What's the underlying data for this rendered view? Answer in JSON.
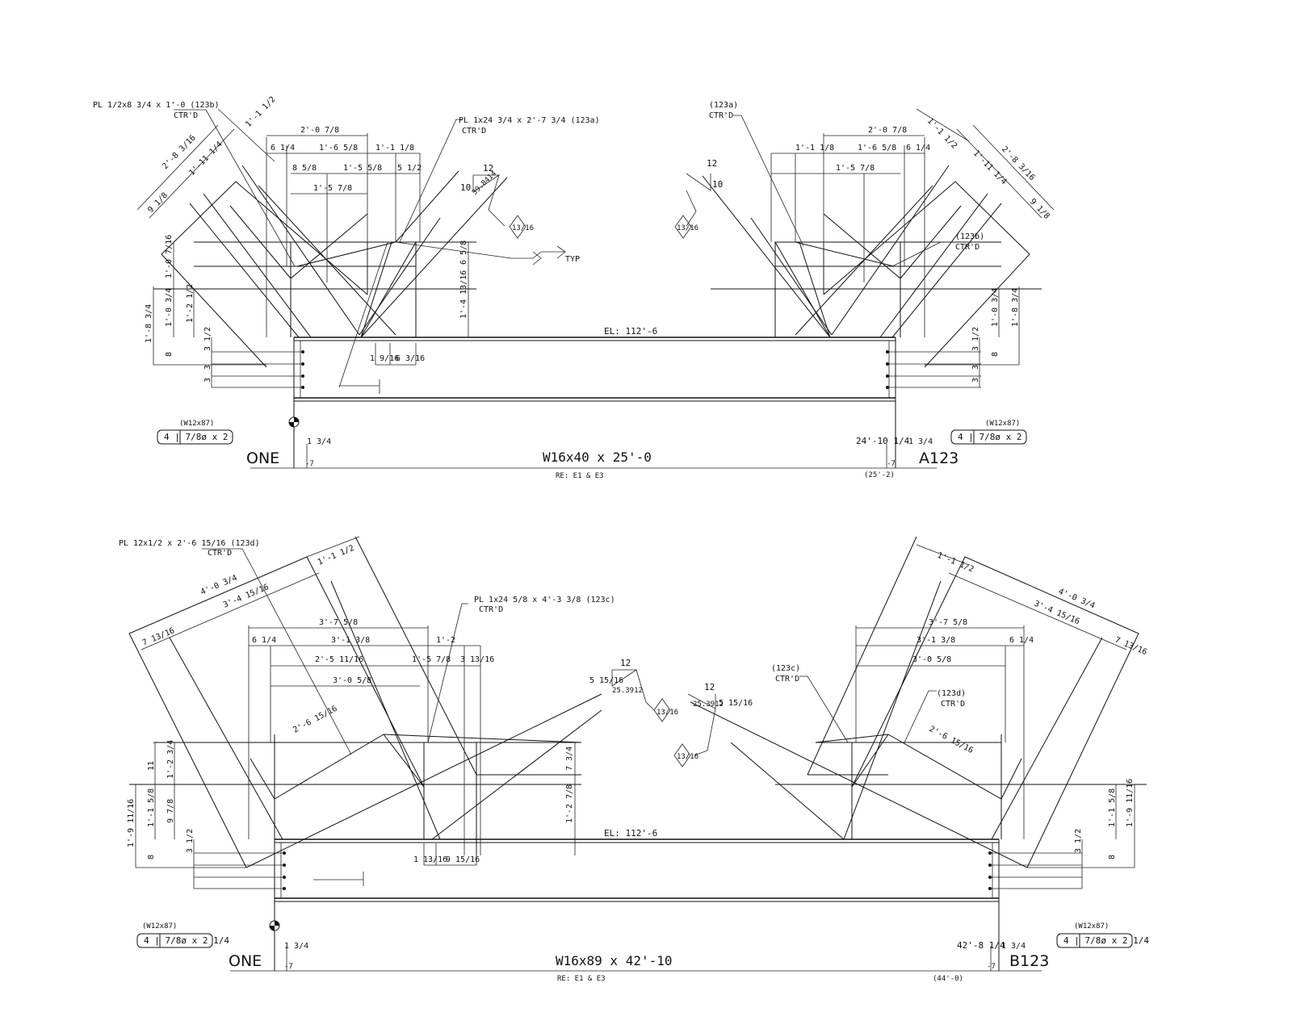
{
  "top_detail": {
    "member_label": "W16x40 x 25'-0",
    "ref_note": "RE: E1 & E3",
    "left_mark": "ONE",
    "right_mark": "A123",
    "elevation": "EL: 112'-6",
    "overall_paren": "(25'-2)",
    "right_dim": "24'-10 1/4",
    "left_edge": "-7",
    "right_edge": "-7",
    "edge_dist_left": "1 3/4",
    "edge_dist_right": "1 3/4",
    "bolt_left_section": "(W12x87)",
    "bolt_left": "4 | 7/8ø x 2",
    "bolt_right_section": "(W12x87)",
    "bolt_right": "4 | 7/8ø x 2",
    "plate_b": "PL 1/2x8 3/4 x 1'-0 (123b)",
    "plate_b_ctr": "CTR'D",
    "plate_a": "PL 1x24 3/4 x 2'-7 3/4 (123a)",
    "plate_a_ctr": "CTR'D",
    "right_a": "(123a)",
    "right_a_ctr": "CTR'D",
    "right_b": "(123b)",
    "right_b_ctr": "CTR'D",
    "weld_typ": "TYP",
    "dims": {
      "d1": "2'-0 7/8",
      "d2": "1'-6 5/8",
      "d3": "1'-1 1/8",
      "d4": "6 1/4",
      "d5": "1'-5 5/8",
      "d6": "5 1/2",
      "d7": "1'-5 7/8",
      "d8": "8 5/8",
      "d9": "2'-8 3/16",
      "d10": "1'-11 1/4",
      "d11": "1'-1 1/2",
      "d12": "9 1/8",
      "d13": "1'-0 7/16",
      "d14": "1'-0 3/4",
      "d15": "1'-2 1/2",
      "d16": "1'-8 3/4",
      "d17": "8",
      "d18": "3 1/2",
      "d19": "3",
      "d20": "3",
      "d21": "1 9/16",
      "d22": "6 3/16",
      "d23": "1'-4 13/16",
      "d24": "6 5/8",
      "slope_rise": "12",
      "slope_run": "10",
      "slope_val": "39.8414",
      "hole": "13/16"
    }
  },
  "bottom_detail": {
    "member_label": "W16x89 x 42'-10",
    "ref_note": "RE: E1 & E3",
    "left_mark": "ONE",
    "right_mark": "B123",
    "elevation": "EL: 112'-6",
    "overall_paren": "(44'-0)",
    "right_dim": "42'-8 1/4",
    "left_edge": "-7",
    "right_edge": "-7",
    "edge_dist_left": "1 3/4",
    "edge_dist_right": "1 3/4",
    "bolt_left_section": "(W12x87)",
    "bolt_left": "4 | 7/8ø x 2 1/4",
    "bolt_right_section": "(W12x87)",
    "bolt_right": "4 | 7/8ø x 2 1/4",
    "plate_d": "PL 12x1/2 x 2'-6 15/16 (123d)",
    "plate_d_ctr": "CTR'D",
    "plate_c": "PL 1x24 5/8 x 4'-3 3/8 (123c)",
    "plate_c_ctr": "CTR'D",
    "right_c": "(123c)",
    "right_c_ctr": "CTR'D",
    "right_d": "(123d)",
    "right_d_ctr": "CTR'D",
    "dims": {
      "d1": "3'-7 5/8",
      "d2": "3'-1 3/8",
      "d3": "1'-2",
      "d4": "6 1/4",
      "d5": "2'-5 11/16",
      "d6": "1'-5 7/8",
      "d7": "3 13/16",
      "d8": "3'-0 5/8",
      "d9": "4'-0 3/4",
      "d10": "3'-4 15/16",
      "d11": "1'-1 1/2",
      "d12": "7 13/16",
      "d13": "2'-6 15/16",
      "d14": "11",
      "d15": "1'-2 3/4",
      "d16": "1'-1 5/8",
      "d17": "9 7/8",
      "d18": "1'-9 11/16",
      "d19": "8",
      "d20": "3 1/2",
      "d21": "1 13/16",
      "d22": "9 15/16",
      "d23": "1'-2 7/8",
      "d24": "7 3/4",
      "slope_rise": "12",
      "slope_run": "5 15/16",
      "slope_val": "25.3912",
      "hole": "13/16"
    }
  }
}
